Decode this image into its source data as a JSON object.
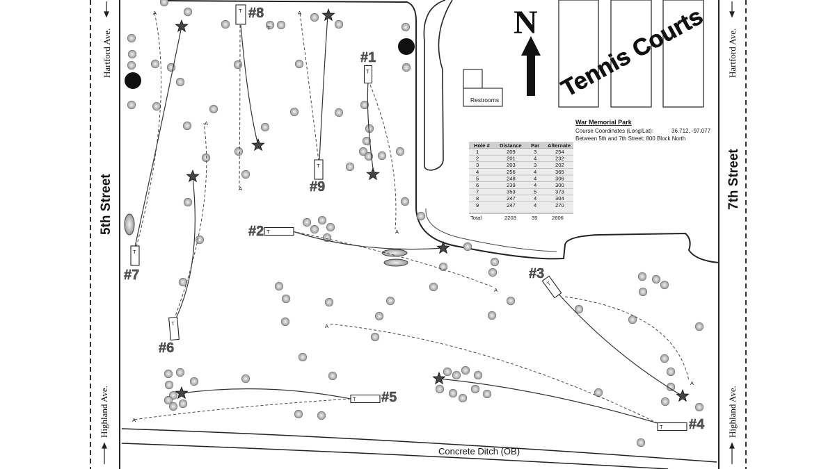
{
  "streets": {
    "west": "5th Street",
    "east": "7th Street",
    "north_left": "Hartford Ave.",
    "north_right": "Hartford Ave.",
    "south_left": "Highland Ave.",
    "south_right": "Highland Ave.",
    "ditch": "Concrete Ditch  (OB)"
  },
  "landmarks": {
    "tennis": "Tennis Courts",
    "restrooms": "Restrooms",
    "north": "N"
  },
  "info": {
    "park_name": "War Memorial Park",
    "coords_label": "Course Coordinates (Long/Lat):",
    "coords_value": "36.712, -97.077",
    "between": "Between 5th and 7th Street; 800 Block North"
  },
  "scorecard": {
    "headers": [
      "Hole #",
      "Distance",
      "Par",
      "Alternate"
    ],
    "rows": [
      [
        "1",
        "209",
        "3",
        "254"
      ],
      [
        "2",
        "201",
        "4",
        "232"
      ],
      [
        "3",
        "203",
        "3",
        "202"
      ],
      [
        "4",
        "256",
        "4",
        "365"
      ],
      [
        "5",
        "248",
        "4",
        "306"
      ],
      [
        "6",
        "239",
        "4",
        "300"
      ],
      [
        "7",
        "353",
        "5",
        "373"
      ],
      [
        "8",
        "247",
        "4",
        "304"
      ],
      [
        "9",
        "247",
        "4",
        "270"
      ]
    ],
    "total": [
      "Total",
      "2203",
      "35",
      "2606"
    ]
  },
  "holes": [
    "#1",
    "#2",
    "#3",
    "#4",
    "#5",
    "#6",
    "#7",
    "#8",
    "#9"
  ],
  "markers": {
    "tee": "T",
    "alternate": "A"
  }
}
